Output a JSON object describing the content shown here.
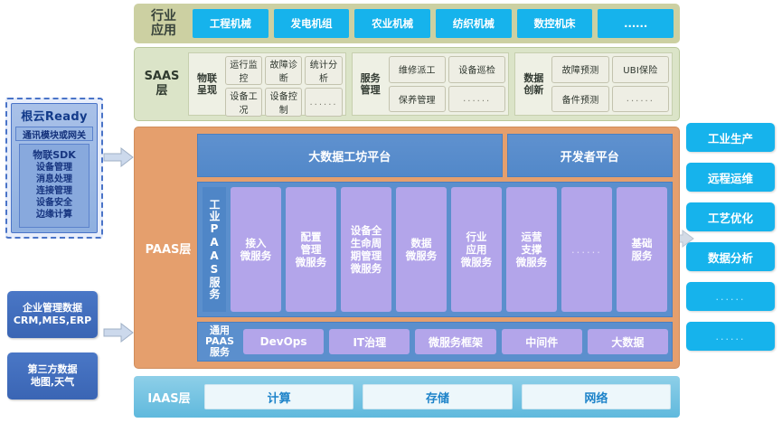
{
  "left_panel": {
    "ready": {
      "title": "根云Ready",
      "subtitle": "通讯模块或网关",
      "sdk_title": "物联SDK",
      "sdk_items": [
        "设备管理",
        "消息处理",
        "连接管理",
        "设备安全",
        "边缘计算"
      ]
    },
    "cards": [
      {
        "line1": "企业管理数据",
        "line2": "CRM,MES,ERP"
      },
      {
        "line1": "第三方数据",
        "line2": "地图,天气"
      }
    ]
  },
  "industry": {
    "label_line1": "行业",
    "label_line2": "应用",
    "items": [
      "工程机械",
      "发电机组",
      "农业机械",
      "纺织机械",
      "数控机床",
      "......"
    ]
  },
  "saas": {
    "label_line1": "SAAS",
    "label_line2": "层",
    "groups": [
      {
        "label_line1": "物联",
        "label_line2": "呈现",
        "cols": 3,
        "cells": [
          "运行监控",
          "故障诊断",
          "统计分析",
          "设备工况",
          "设备控制",
          "......"
        ]
      },
      {
        "label_line1": "服务",
        "label_line2": "管理",
        "cols": 2,
        "cells": [
          "维修派工",
          "设备巡检",
          "保养管理",
          "......"
        ]
      },
      {
        "label_line1": "数据",
        "label_line2": "创新",
        "cols": 2,
        "cells": [
          "故障预测",
          "UBI保险",
          "备件预测",
          "......"
        ]
      }
    ]
  },
  "paas": {
    "side_label": "PAAS层",
    "platforms": [
      {
        "label": "大数据工坊平台"
      },
      {
        "label": "开发者平台"
      }
    ],
    "industrial_label": "工业PAAS服务",
    "microservices": [
      "接入\n微服务",
      "配置\n管理\n微服务",
      "设备全\n生命周\n期管理\n微服务",
      "数据\n微服务",
      "行业\n应用\n微服务",
      "运营\n支撑\n微服务",
      "......",
      "基础\n服务"
    ],
    "general_label_line1": "通用",
    "general_label_line2": "PAAS",
    "general_label_line3": "服务",
    "general_services": [
      "DevOps",
      "IT治理",
      "微服务框架",
      "中间件",
      "大数据"
    ]
  },
  "iaas": {
    "label": "IAAS层",
    "items": [
      "计算",
      "存储",
      "网络"
    ]
  },
  "right_panel": {
    "items": [
      "工业生产",
      "远程运维",
      "工艺优化",
      "数据分析",
      "......",
      "......"
    ]
  },
  "colors": {
    "industry_band": "#ccd0a2",
    "saas_band": "#dbe4c8",
    "paas_box": "#e59f6d",
    "paas_inner": "#5b8fcd",
    "microservice": "#b3a5ea",
    "cyan_card": "#16b3ec",
    "blue_card": "#4a77c6",
    "iaas_band": "#5fb9dd"
  }
}
